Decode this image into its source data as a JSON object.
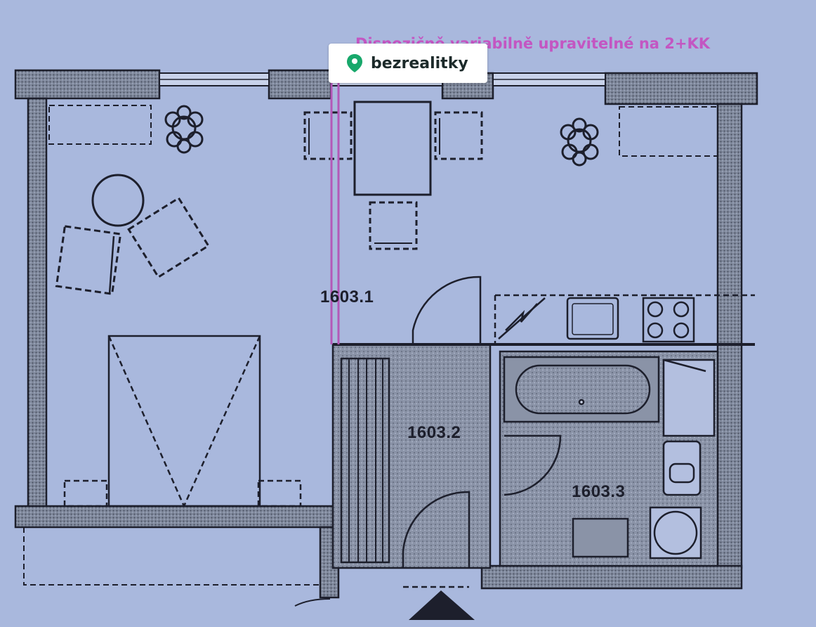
{
  "brand": {
    "name": "bezrealitky",
    "accent_color": "#18a86b",
    "icon": "map-pin-icon"
  },
  "note": {
    "text": "Dispozičně variabilně upravitelné na 2+KK",
    "color": "#c356c2"
  },
  "rooms": [
    {
      "id": "1603.1"
    },
    {
      "id": "1603.2"
    },
    {
      "id": "1603.3"
    }
  ],
  "colors": {
    "paper": "#a9b8dd",
    "ink": "#1d1f2c",
    "wall": "#7f889b",
    "partition_line": "#b458b8"
  }
}
